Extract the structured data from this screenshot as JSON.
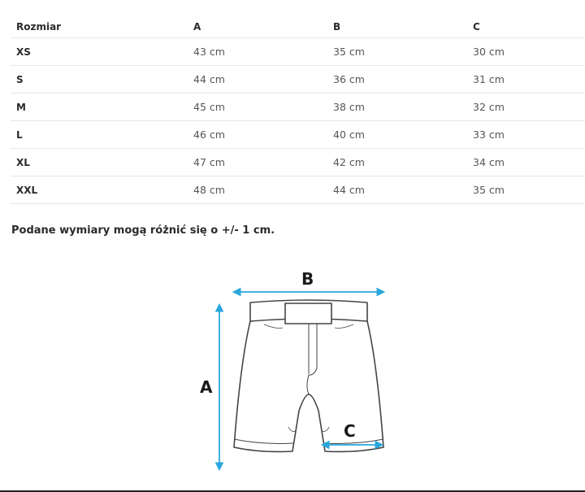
{
  "table": {
    "headers": [
      "Rozmiar",
      "A",
      "B",
      "C"
    ],
    "rows": [
      {
        "size": "XS",
        "a": "43 cm",
        "b": "35 cm",
        "c": "30 cm"
      },
      {
        "size": "S",
        "a": "44 cm",
        "b": "36 cm",
        "c": "31 cm"
      },
      {
        "size": "M",
        "a": "45 cm",
        "b": "38 cm",
        "c": "32 cm"
      },
      {
        "size": "L",
        "a": "46 cm",
        "b": "40 cm",
        "c": "33 cm"
      },
      {
        "size": "XL",
        "a": "47 cm",
        "b": "42 cm",
        "c": "34 cm"
      },
      {
        "size": "XXL",
        "a": "48 cm",
        "b": "44 cm",
        "c": "35 cm"
      }
    ]
  },
  "note": "Podane wymiary mogą różnić się o +/- 1 cm.",
  "diagram": {
    "label_a": "A",
    "label_b": "B",
    "label_c": "C",
    "arrow_color": "#2aa7dd"
  }
}
